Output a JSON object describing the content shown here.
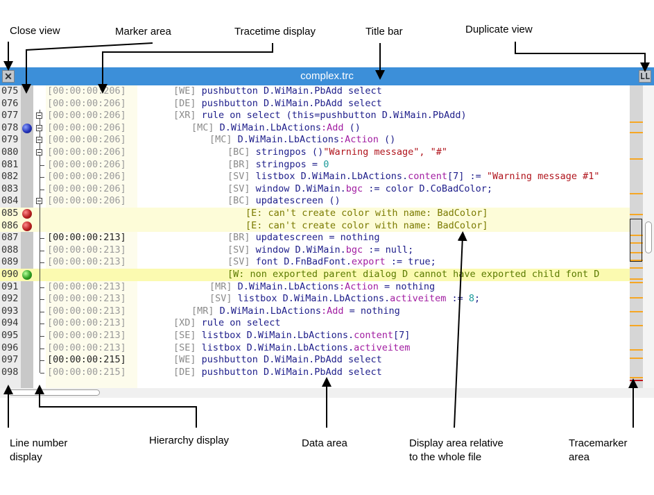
{
  "callouts": {
    "close_view": "Close view",
    "marker_area": "Marker area",
    "tracetime_display": "Tracetime display",
    "title_bar": "Title bar",
    "duplicate_view": "Duplicate view",
    "line_number_display_1": "Line number",
    "line_number_display_2": "display",
    "hierarchy_display": "Hierarchy display",
    "data_area": "Data area",
    "display_area_1": "Display area relative",
    "display_area_2": "to the whole file",
    "tracemarker_area_1": "Tracemarker",
    "tracemarker_area_2": "area"
  },
  "window": {
    "title": "complex.trc",
    "close_glyph": "✕",
    "duplicate_glyph": "LL"
  },
  "rows": [
    {
      "ln": "075",
      "ts": "[00:00:00:206]",
      "tag": "[WE]",
      "pre": "pushbutton D.WiMain.PbAdd select"
    },
    {
      "ln": "076",
      "ts": "[00:00:00:206]",
      "tag": "[DE]",
      "pre": "pushbutton D.WiMain.PbAdd select"
    },
    {
      "ln": "077",
      "ts": "[00:00:00:206]",
      "tag": "[XR]",
      "pre": "rule on select (this=pushbutton D.WiMain.PbAdd)"
    },
    {
      "ln": "078",
      "ts": "[00:00:00:206]",
      "tag": "[MC]",
      "pre": "D.WiMain.LbActions",
      "attr": ":Add",
      "post": " ()"
    },
    {
      "ln": "079",
      "ts": "[00:00:00:206]",
      "tag": "[MC]",
      "pre": "D.WiMain.LbActions",
      "attr": ":Action",
      "post": " ()"
    },
    {
      "ln": "080",
      "ts": "[00:00:00:206]",
      "tag": "[BC]",
      "pre": "stringpos (",
      "str": "\"Warning message\", \"#\"",
      "post": ")"
    },
    {
      "ln": "081",
      "ts": "[00:00:00:206]",
      "tag": "[BR]",
      "pre": "stringpos = ",
      "num": "0"
    },
    {
      "ln": "082",
      "ts": "[00:00:00:206]",
      "tag": "[SV]",
      "pre": "listbox D.WiMain.LbActions.",
      "attr": "content",
      "post": "[7] := ",
      "str": "\"Warning message #1\""
    },
    {
      "ln": "083",
      "ts": "[00:00:00:206]",
      "tag": "[SV]",
      "pre": "window D.WiMain.",
      "attr": "bgc",
      "post": " := color D.CoBadColor;"
    },
    {
      "ln": "084",
      "ts": "[00:00:00:206]",
      "tag": "[BC]",
      "pre": "updatescreen ()"
    },
    {
      "ln": "085",
      "ts": "",
      "err": "[E: can't create color with name: BadColor]"
    },
    {
      "ln": "086",
      "ts": "",
      "err": "[E: can't create color with name: BadColor]"
    },
    {
      "ln": "087",
      "ts": "[00:00:00:213]",
      "tag": "[BR]",
      "pre": "updatescreen = nothing"
    },
    {
      "ln": "088",
      "ts": "[00:00:00:213]",
      "tag": "[SV]",
      "pre": "window D.WiMain.",
      "attr": "bgc",
      "post": " := null;"
    },
    {
      "ln": "089",
      "ts": "[00:00:00:213]",
      "tag": "[SV]",
      "pre": "font D.FnBadFont.",
      "attr": "export",
      "post": " := true;"
    },
    {
      "ln": "090",
      "ts": "",
      "warn": "[W: non exported parent dialog D cannot have exported child font D"
    },
    {
      "ln": "091",
      "ts": "[00:00:00:213]",
      "tag": "[MR]",
      "pre": "D.WiMain.LbActions",
      "attr": ":Action",
      "post": " = nothing"
    },
    {
      "ln": "092",
      "ts": "[00:00:00:213]",
      "tag": "[SV]",
      "pre": "listbox D.WiMain.LbActions.",
      "attr": "activeitem",
      "post": " := ",
      "num": "8",
      "post2": ";"
    },
    {
      "ln": "093",
      "ts": "[00:00:00:213]",
      "tag": "[MR]",
      "pre": "D.WiMain.LbActions",
      "attr": ":Add",
      "post": " = nothing"
    },
    {
      "ln": "094",
      "ts": "[00:00:00:213]",
      "tag": "[XD]",
      "pre": "rule on select"
    },
    {
      "ln": "095",
      "ts": "[00:00:00:213]",
      "tag": "[SE]",
      "pre": "listbox D.WiMain.LbActions.",
      "attr": "content",
      "post": "[7]"
    },
    {
      "ln": "096",
      "ts": "[00:00:00:213]",
      "tag": "[SE]",
      "pre": "listbox D.WiMain.LbActions.",
      "attr": "activeitem"
    },
    {
      "ln": "097",
      "ts": "[00:00:00:215]",
      "tag": "[WE]",
      "pre": "pushbutton D.WiMain.PbAdd select"
    },
    {
      "ln": "098",
      "ts": "[00:00:00:215]",
      "tag": "[DE]",
      "pre": "pushbutton D.WiMain.PbAdd select"
    }
  ],
  "colors": {
    "titlebar": "#3c8fd9",
    "tracemarker_orange": "#f6a623",
    "tracemarker_red": "#c0141c"
  }
}
